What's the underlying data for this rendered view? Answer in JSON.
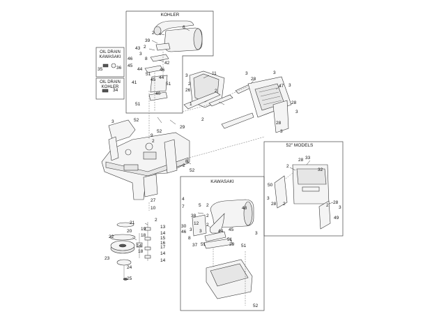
{
  "panels": {
    "kohler": "KOHLER",
    "kawasaki": "KAWASAKI",
    "models52": "52\" MODELS",
    "oil_drain_kawasaki": [
      "OIL DRAIN",
      "KAWASAKI"
    ],
    "oil_drain_kohler": [
      "OIL DRAIN",
      "KOHLER"
    ]
  },
  "callouts": {
    "k_6": "6",
    "k_2a": "2",
    "k_39": "39",
    "k_2b": "2",
    "k_43": "43",
    "k_3a": "3",
    "k_46": "46",
    "k_45": "45",
    "k_44a": "44",
    "k_8": "8",
    "k_42": "42",
    "k_46b": "46",
    "k_44b": "44",
    "k_41": "41",
    "k_45b": "45",
    "k_51a": "51",
    "k_51b": "51",
    "k_40": "40",
    "od_35": "35",
    "od_36": "36",
    "od_34": "34",
    "m_11": "11",
    "m_3a": "3",
    "m_2a": "2",
    "m_26": "26",
    "m_1": "1",
    "m_2b": "2",
    "m_3b": "3",
    "m_28a": "28",
    "m_3c": "3",
    "m_47": "47",
    "m_3d": "3",
    "m_28b": "28",
    "m_3e": "3",
    "m_28c": "28",
    "m_3f": "3",
    "f_51": "51",
    "f_52": "52",
    "f_3": "3",
    "f_52b": "52",
    "f_29": "29",
    "f_2": "2",
    "f_9": "9",
    "f_2b": "2",
    "f_8": "8",
    "f_2c": "2",
    "f_52c": "52",
    "f_27": "27",
    "f_10": "10",
    "c_21": "21",
    "c_2": "2",
    "c_19": "19",
    "c_20": "20",
    "c_13": "13",
    "c_14a": "14",
    "c_22": "22",
    "c_18a": "18",
    "c_15": "15",
    "c_16": "16",
    "c_14b": "14",
    "c_17": "17",
    "c_18b": "18",
    "c_14c": "14",
    "c_14d": "14",
    "c_23": "23",
    "c_24": "24",
    "c_25": "25",
    "k2_4": "4",
    "k2_7": "7",
    "k2_5": "5",
    "k2_2": "2",
    "k2_48": "48",
    "k2_38": "38",
    "k2_2b": "2",
    "k2_12": "12",
    "k2_30": "30",
    "k2_3": "3",
    "k2_46": "46",
    "k2_2c": "2",
    "k2_8": "8",
    "k2_3b": "3",
    "k2_37": "37",
    "k2_51": "51",
    "k2_44": "44",
    "k2_45": "45",
    "k2_3c": "3",
    "k2_51b": "51",
    "k2_29": "29",
    "k2_51c": "51",
    "k2_52": "52",
    "s_2": "2",
    "s_28": "28",
    "s_33": "33",
    "s_32": "32",
    "s_50": "50",
    "s_3": "3",
    "s_28b": "28",
    "s_2b": "2",
    "s_28c": "28",
    "s_2c": "2",
    "s_3b": "3",
    "s_49": "49"
  }
}
